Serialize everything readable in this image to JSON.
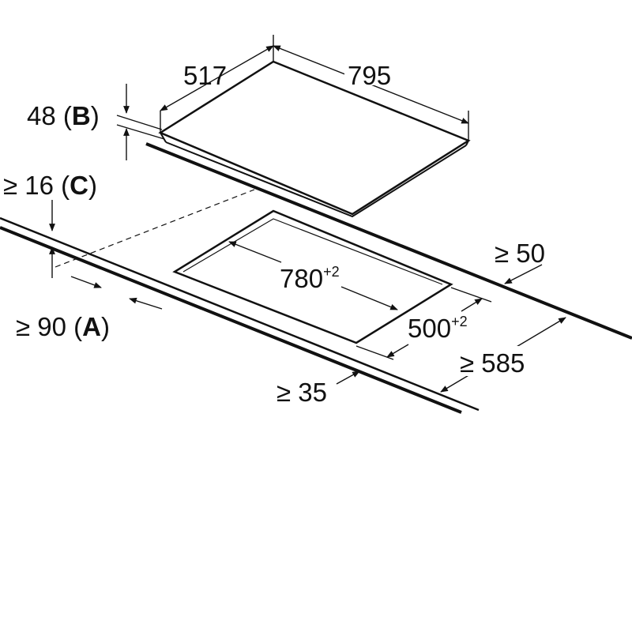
{
  "hob": {
    "depth": "517",
    "width": "795",
    "thickness": "48",
    "thickness_ref": "B"
  },
  "cutout": {
    "width": "780",
    "width_tol": "+2",
    "depth": "500",
    "depth_tol": "+2"
  },
  "worktop": {
    "min_thickness": "≥ 16",
    "min_thickness_ref": "C",
    "front_gap": "≥ 90",
    "front_gap_ref": "A",
    "side_gap": "≥ 50",
    "rear_gap": "≥ 35",
    "min_depth": "≥ 585"
  },
  "colors": {
    "line": "#111111",
    "background": "#ffffff"
  }
}
